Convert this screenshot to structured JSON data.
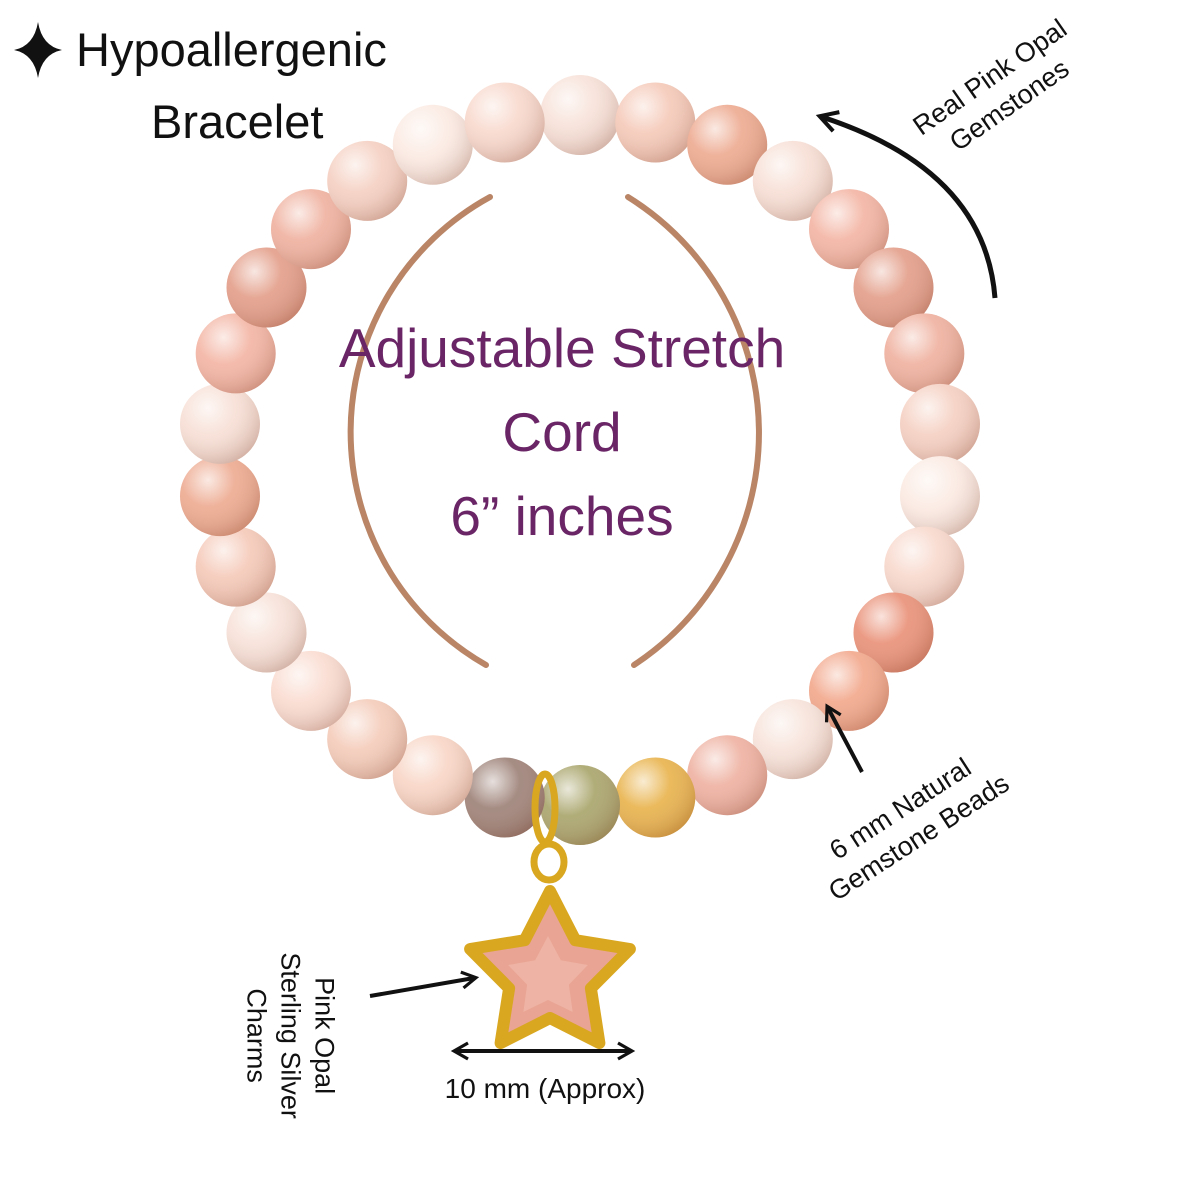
{
  "title": {
    "icon": "four-point-sparkle-icon",
    "line1": "Hypoallergenic",
    "line2": "Bracelet"
  },
  "center_text": {
    "line1": "Adjustable Stretch",
    "line2": "Cord",
    "line3": "6” inches",
    "color": "#6a2567"
  },
  "callouts": {
    "gemstones": {
      "line1": "Real Pink Opal",
      "line2": "Gemstones"
    },
    "beads": {
      "line1": "6 mm Natural",
      "line2": "Gemstone Beads"
    },
    "charms": {
      "line1": "Pink Opal",
      "line2": "Sterling Silver",
      "line3": "Charms"
    },
    "size": "10 mm (Approx)"
  },
  "colors": {
    "ring": "#b98566",
    "center_text": "#6a2567",
    "gold": "#d9a720",
    "charm_stone": "#e9a493",
    "bead_light": "#f7e4dc",
    "bead_pink": "#f1b5a6",
    "bead_peach": "#f39a7b",
    "bead_orange": "#eb8a63"
  },
  "bracelet": {
    "bead_count": 30,
    "bead_colors": [
      "#f7e1d8",
      "#f5c9b8",
      "#eda98f",
      "#f7dfd5",
      "#f3b4a3",
      "#e39d88",
      "#efb09e",
      "#f5d0c2",
      "#fbeae2",
      "#f8d8cc",
      "#e99077",
      "#f2a78b",
      "#f7e3da",
      "#eeb0a0",
      "#e8b24a",
      "#a8a46a",
      "#9c8076",
      "#f8d5c5",
      "#f4cbb9",
      "#fadcd1"
    ]
  }
}
